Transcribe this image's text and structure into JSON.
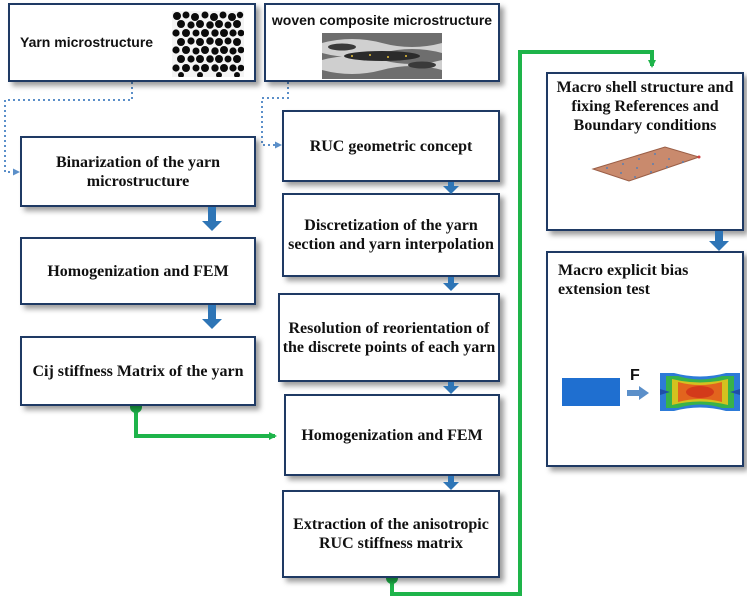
{
  "left_column": {
    "yarn_microstructure": "Yarn microstructure",
    "binarization": "Binarization  of the yarn microstructure",
    "homogenization_fem": "Homogenization and FEM",
    "cij_matrix": "Cij stiffness Matrix of the yarn"
  },
  "middle_column": {
    "woven_microstructure": "woven composite microstructure",
    "ruc_concept": "RUC geometric concept",
    "discretization": "Discretization of the yarn section and yarn interpolation",
    "resolution": "Resolution of reorientation of the discrete points of each yarn",
    "homogenization_fem": "Homogenization and FEM",
    "extraction": "Extraction of the anisotropic RUC stiffness matrix"
  },
  "right_column": {
    "macro_shell": "Macro shell structure and fixing References and Boundary conditions",
    "macro_explicit": "Macro explicit bias extension test",
    "force_label": "F"
  },
  "colors": {
    "box_border": "#1f3a64",
    "blue_arrow": "#2e75b6",
    "green_path": "#1eb44a",
    "dotted_link": "#5b8fc9"
  }
}
